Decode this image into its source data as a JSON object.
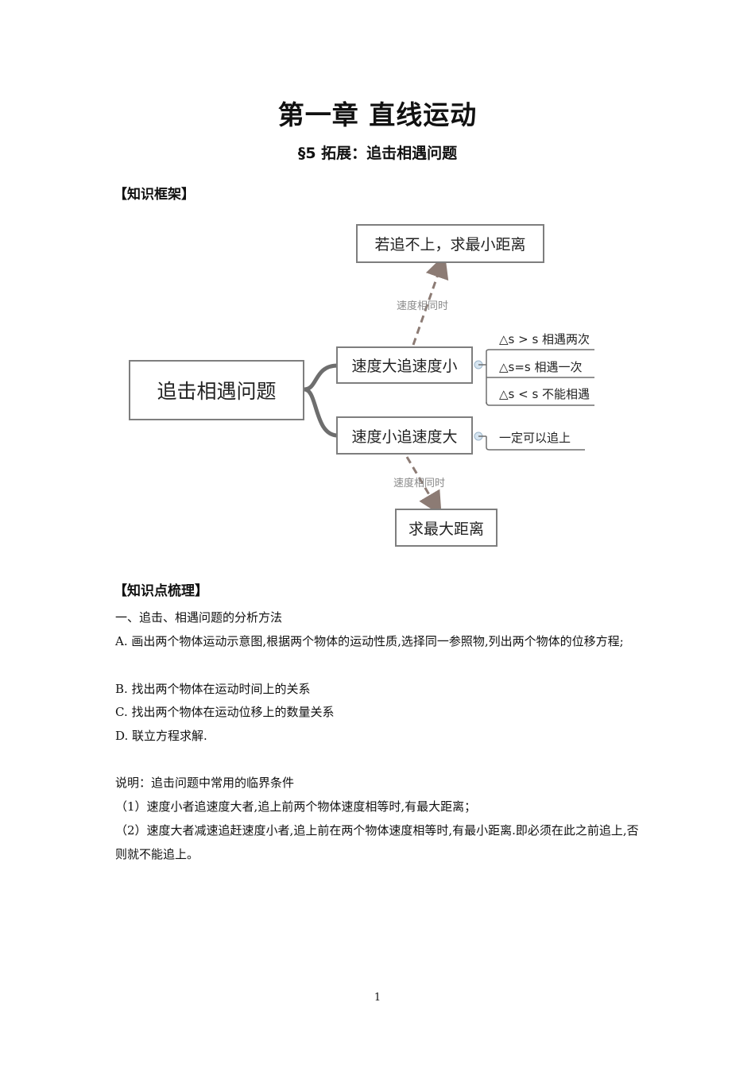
{
  "header": {
    "chapter_title": "第一章   直线运动",
    "section_title": "§5  拓展：追击相遇问题"
  },
  "framework": {
    "heading": "【知识框架】",
    "mindmap": {
      "root": "追击相遇问题",
      "branch_fast": "速度大追速度小",
      "branch_slow": "速度小追速度大",
      "top_result": "若追不上，求最小距离",
      "bottom_result": "求最大距离",
      "edge_label_top": "速度相同时",
      "edge_label_bottom": "速度相同时",
      "fast_leaves": [
        "△s > s 相遇两次",
        "△s=s 相遇一次",
        "△s < s 不能相遇"
      ],
      "slow_leaves": [
        "一定可以追上"
      ]
    }
  },
  "points": {
    "heading": "【知识点梳理】",
    "line1": "一、追击、相遇问题的分析方法",
    "line2": "A. 画出两个物体运动示意图,根据两个物体的运动性质,选择同一参照物,列出两个物体的位移方程;",
    "line3": "B. 找出两个物体在运动时间上的关系",
    "line4": "C. 找出两个物体在运动位移上的数量关系",
    "line5": "D. 联立方程求解.",
    "line6": "说明：追击问题中常用的临界条件",
    "line7": "（1）速度小者追速度大者,追上前两个物体速度相等时,有最大距离；",
    "line8": "（2）速度大者减速追赶速度小者,追上前在两个物体速度相等时,有最小距离.即必须在此之前追上,否则就不能追上。"
  },
  "footer": {
    "page_number": "1"
  },
  "colors": {
    "node_border": "#7e7e7e",
    "arrow": "#8c7b74",
    "connector": "#6e6e6e"
  }
}
